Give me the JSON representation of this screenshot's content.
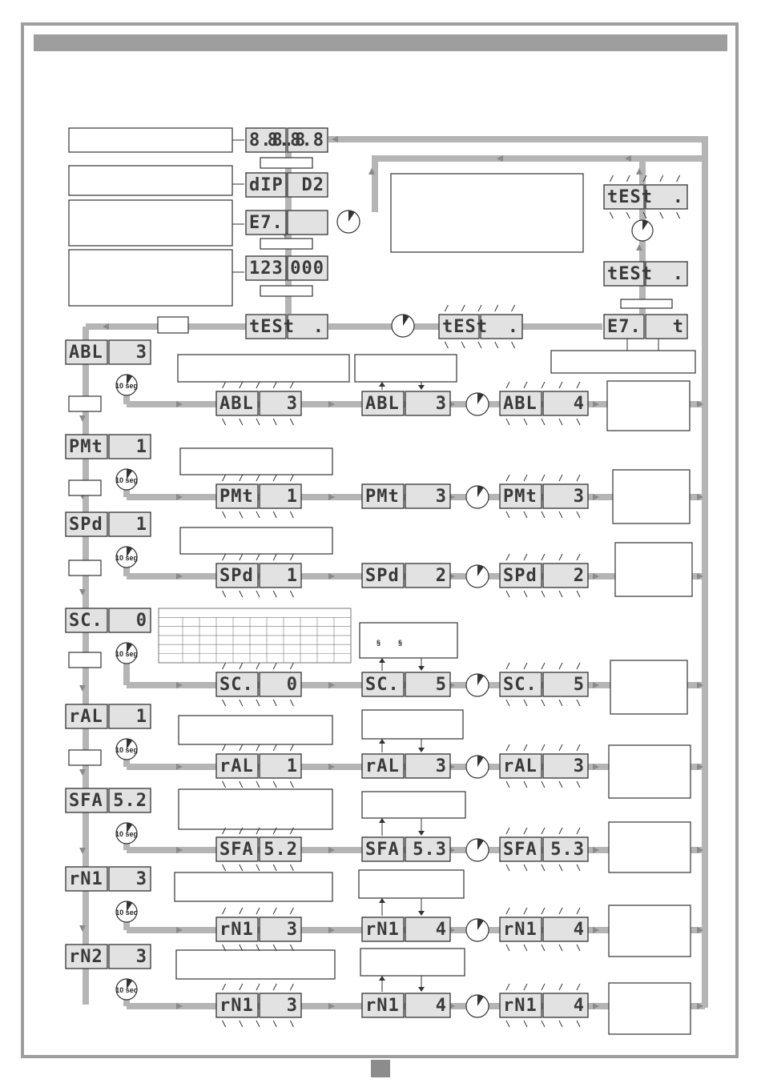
{
  "colors": {
    "frame": "#9e9e9e",
    "pipe": "#b5b5b5",
    "lcd": "#e2e2e2"
  },
  "timer_labels": {
    "seg": "10 seg",
    "sec": "10 sec"
  },
  "top_displays": [
    {
      "left": "8.8.8",
      "right": "8.8.8"
    },
    {
      "left": "dIP",
      "right": "D2"
    },
    {
      "left": "E7.",
      "right": ""
    },
    {
      "left": "123",
      "right": "000"
    },
    {
      "left": "tESt",
      "right": "."
    }
  ],
  "test_displays": [
    {
      "left": "tESt",
      "right": "."
    },
    {
      "left": "E7.",
      "right": "t"
    },
    {
      "left": "tESt",
      "right": "."
    },
    {
      "left": "tESt",
      "right": "."
    }
  ],
  "rows": [
    {
      "menu": "ABL",
      "menu_val": "3",
      "flash_left": "ABL",
      "flash_val": "3",
      "set_left": "ABL",
      "set_val": "3",
      "end_left": "ABL",
      "end_val": "4"
    },
    {
      "menu": "PMt",
      "menu_val": "1",
      "flash_left": "PMt",
      "flash_val": "1",
      "set_left": "PMt",
      "set_val": "3",
      "end_left": "PMt",
      "end_val": "3"
    },
    {
      "menu": "SPd",
      "menu_val": "1",
      "flash_left": "SPd",
      "flash_val": "1",
      "set_left": "SPd",
      "set_val": "2",
      "end_left": "SPd",
      "end_val": "2"
    },
    {
      "menu": "SC.",
      "menu_val": "0",
      "flash_left": "SC.",
      "flash_val": "0",
      "set_left": "SC.",
      "set_val": "5",
      "end_left": "SC.",
      "end_val": "5"
    },
    {
      "menu": "rAL",
      "menu_val": "1",
      "flash_left": "rAL",
      "flash_val": "1",
      "set_left": "rAL",
      "set_val": "3",
      "end_left": "rAL",
      "end_val": "3"
    },
    {
      "menu": "SFA",
      "menu_val": "5.2",
      "flash_left": "SFA",
      "flash_val": "5.2",
      "set_left": "SFA",
      "set_val": "5.3",
      "end_left": "SFA",
      "end_val": "5.3"
    },
    {
      "menu": "rN1",
      "menu_val": "3",
      "flash_left": "rN1",
      "flash_val": "3",
      "set_left": "rN1",
      "set_val": "4",
      "end_left": "rN1",
      "end_val": "4"
    },
    {
      "menu": "rN2",
      "menu_val": "3",
      "flash_left": "rN1",
      "flash_val": "3",
      "set_left": "rN1",
      "set_val": "4",
      "end_left": "rN1",
      "end_val": "4"
    }
  ],
  "table_marks": [
    "§",
    "§"
  ]
}
